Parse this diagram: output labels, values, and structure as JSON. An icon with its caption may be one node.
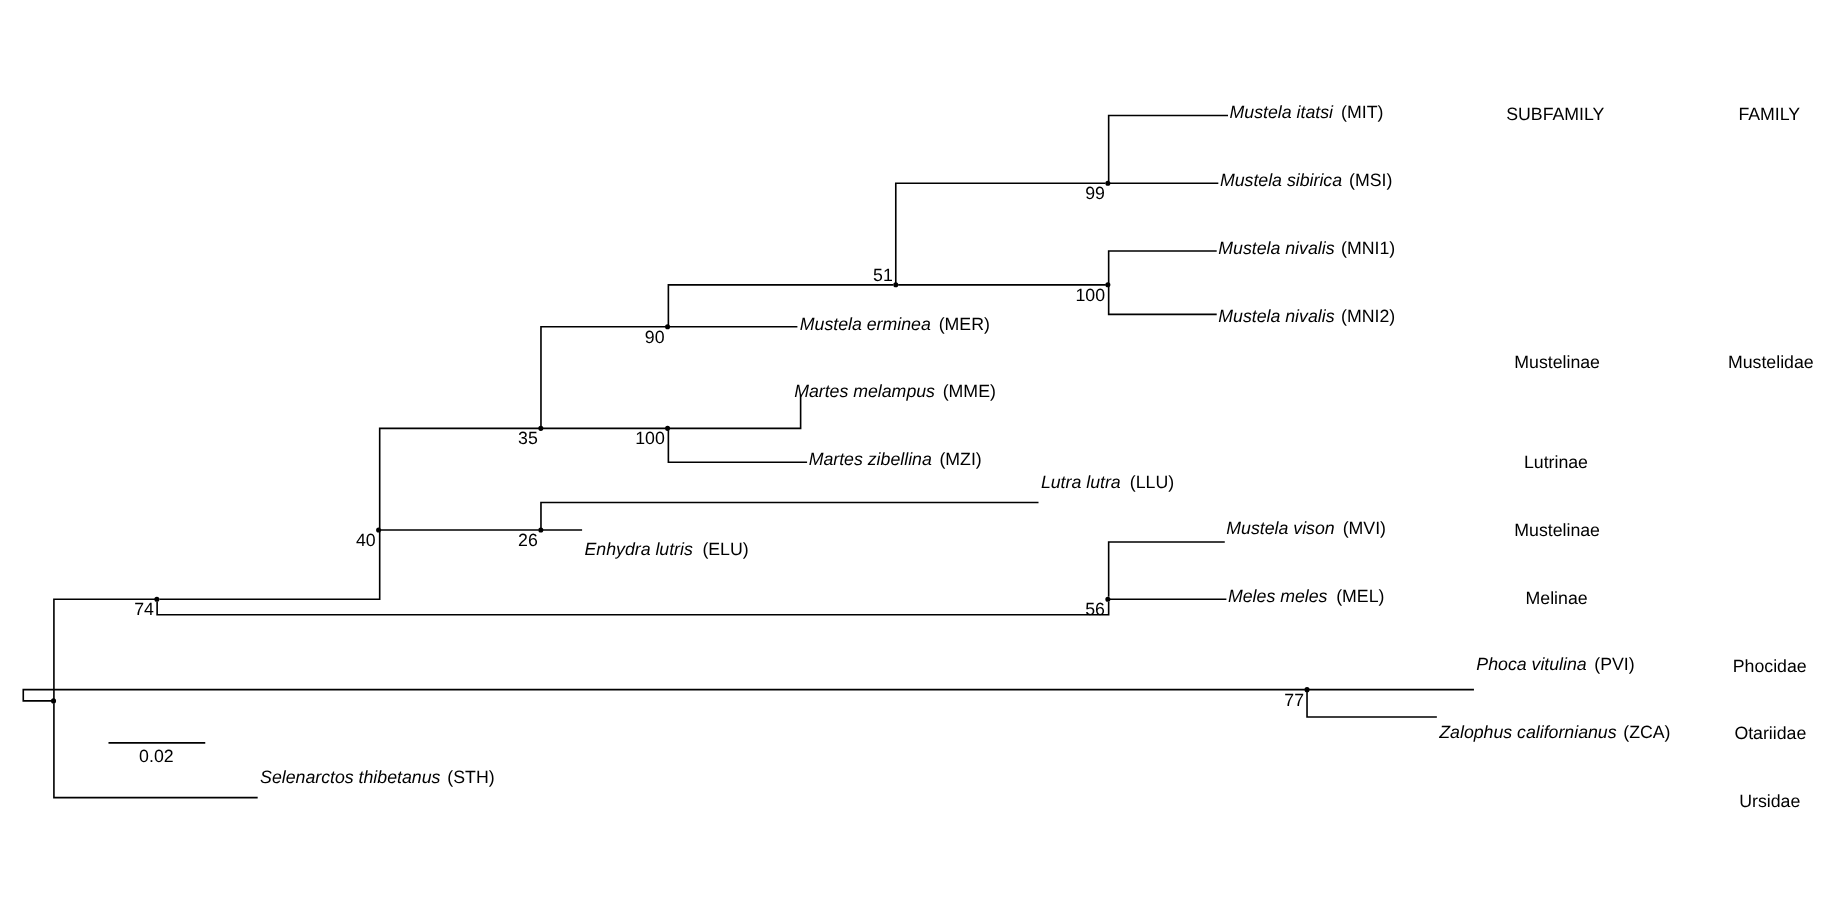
{
  "diagram": {
    "nodes": [
      {
        "text": [],
        "shape": "point"
      },
      {
        "text": [],
        "shape": "point",
        "beside": [
          "74"
        ]
      },
      {
        "text": [],
        "shape": "point",
        "beside": [
          "40"
        ]
      },
      {
        "text": [],
        "shape": "point",
        "beside": [
          "35"
        ]
      },
      {
        "text": [],
        "shape": "point",
        "beside": [
          "90"
        ]
      },
      {
        "text": [],
        "shape": "point",
        "beside": [
          "51"
        ]
      },
      {
        "text": [],
        "shape": "point",
        "beside": [
          "99"
        ]
      },
      {
        "text": [
          "*Mustela itatsi* (MIT)"
        ]
      },
      {
        "text": [
          "*Mustela sibirica* (MSI)"
        ]
      },
      {
        "text": [],
        "shape": "point",
        "beside": [
          "100"
        ]
      },
      {
        "text": [
          "*Mustela nivalis* (MNI1)"
        ]
      },
      {
        "text": [
          "*Mustela nivalis* (MNI2)"
        ]
      },
      {
        "text": [
          "*Mustela erminea* (MER)"
        ]
      },
      {
        "text": [],
        "shape": "point",
        "beside": [
          "100"
        ]
      },
      {
        "text": [
          "*Martes melampus* (MME)"
        ]
      },
      {
        "text": [
          "*Martes zibellina* (MZI)"
        ]
      },
      {
        "text": [],
        "shape": "point",
        "beside": [
          "26"
        ]
      },
      {
        "text": [
          "*Lutra lutra* (LLU)"
        ]
      },
      {
        "text": [
          "*Enhydra lutris* (ELU)"
        ]
      },
      {
        "text": [],
        "shape": "point",
        "beside": [
          "56"
        ]
      },
      {
        "text": [
          "*Mustela vison* (MVI)"
        ]
      },
      {
        "text": [
          "*Meles meles* (MEL)"
        ]
      },
      {
        "text": [],
        "shape": "point",
        "beside": [
          "77"
        ]
      },
      {
        "text": [
          "*Phoca vitulina* (PVI)"
        ]
      },
      {
        "text": [
          "*Zalophus californianus* (ZCA)"
        ]
      },
      {
        "text": [
          "*Selenarctos thibetanus* (STH)"
        ]
      }
    ],
    "edges": [
      {
        "from": 0,
        "to": 1,
        "arrow": "none"
      },
      {
        "from": 1,
        "to": 2,
        "arrow": "none"
      },
      {
        "from": 2,
        "to": 3,
        "arrow": "none"
      },
      {
        "from": 3,
        "to": 4,
        "arrow": "none"
      },
      {
        "from": 4,
        "to": 5,
        "arrow": "none"
      },
      {
        "from": 5,
        "to": 6,
        "arrow": "none"
      },
      {
        "from": 6,
        "to": 7,
        "arrow": "none"
      },
      {
        "from": 6,
        "to": 8,
        "arrow": "none"
      },
      {
        "from": 5,
        "to": 9,
        "arrow": "none"
      },
      {
        "from": 9,
        "to": 10,
        "arrow": "none"
      },
      {
        "from": 9,
        "to": 11,
        "arrow": "none"
      },
      {
        "from": 4,
        "to": 12,
        "arrow": "none"
      },
      {
        "from": 3,
        "to": 13,
        "arrow": "none"
      },
      {
        "from": 13,
        "to": 14,
        "arrow": "none"
      },
      {
        "from": 13,
        "to": 15,
        "arrow": "none"
      },
      {
        "from": 2,
        "to": 16,
        "arrow": "none"
      },
      {
        "from": 16,
        "to": 17,
        "arrow": "none"
      },
      {
        "from": 16,
        "to": 18,
        "arrow": "none"
      },
      {
        "from": 1,
        "to": 19,
        "arrow": "none"
      },
      {
        "from": 19,
        "to": 20,
        "arrow": "none"
      },
      {
        "from": 19,
        "to": 21,
        "arrow": "none"
      },
      {
        "from": 0,
        "to": 22,
        "arrow": "none"
      },
      {
        "from": 22,
        "to": 23,
        "arrow": "none"
      },
      {
        "from": 22,
        "to": 24,
        "arrow": "none"
      },
      {
        "from": 0,
        "to": 25,
        "arrow": "none"
      }
    ],
    "labels": [
      "SUBFAMILY",
      "FAMILY",
      "Mustelinae",
      "Lutrinae",
      "Mustelinae",
      "Melinae",
      "Mustelidae",
      "Phocidae",
      "Otariidae",
      "Ursidae",
      "0.02"
    ]
  }
}
